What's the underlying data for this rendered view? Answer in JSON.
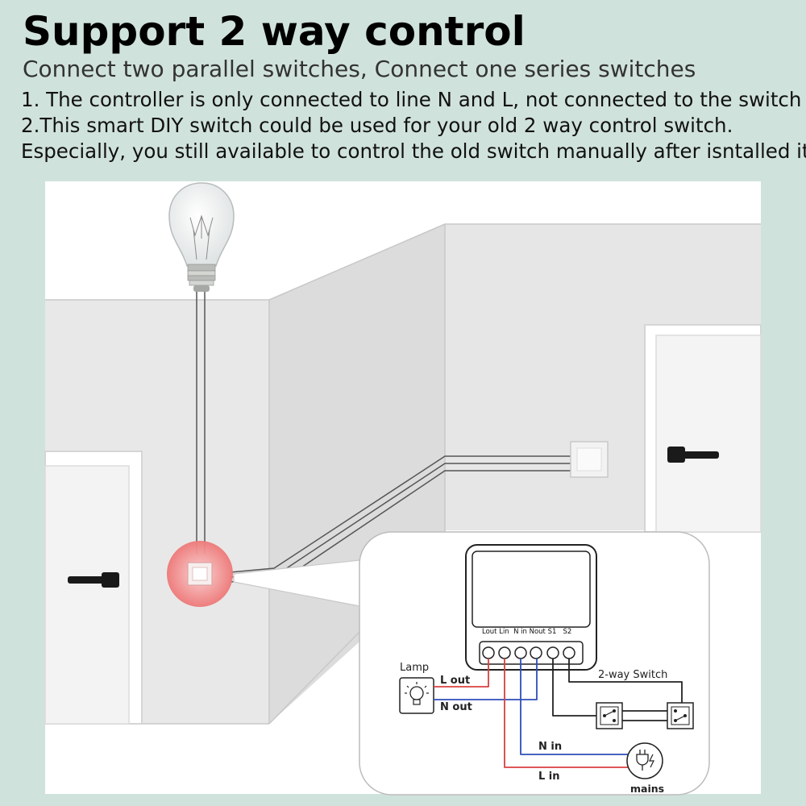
{
  "header": {
    "title": "Support 2 way control",
    "subtitle": "Connect two parallel switches, Connect one series switches",
    "line1": "1. The controller is only connected to line N and L, not connected to the switch",
    "line2": "2.This smart DIY switch could be used for your old 2 way control switch.",
    "line3": "Especially, you still available to control the old switch manually after isntalled it."
  },
  "wiring": {
    "terminal_labels": "Lout Lin  N in Nout S1   S2",
    "lamp_label": "Lamp",
    "l_out": "L out",
    "n_out": "N out",
    "switch_label": "2-way Switch",
    "n_in": "N in",
    "l_in": "L in",
    "mains_label": "mains"
  },
  "colors": {
    "background": "#d0e2dc",
    "wire_live": "#d94040",
    "wire_neutral": "#2f4fb8",
    "wire_switch": "#222222",
    "highlight": "#f08080"
  }
}
